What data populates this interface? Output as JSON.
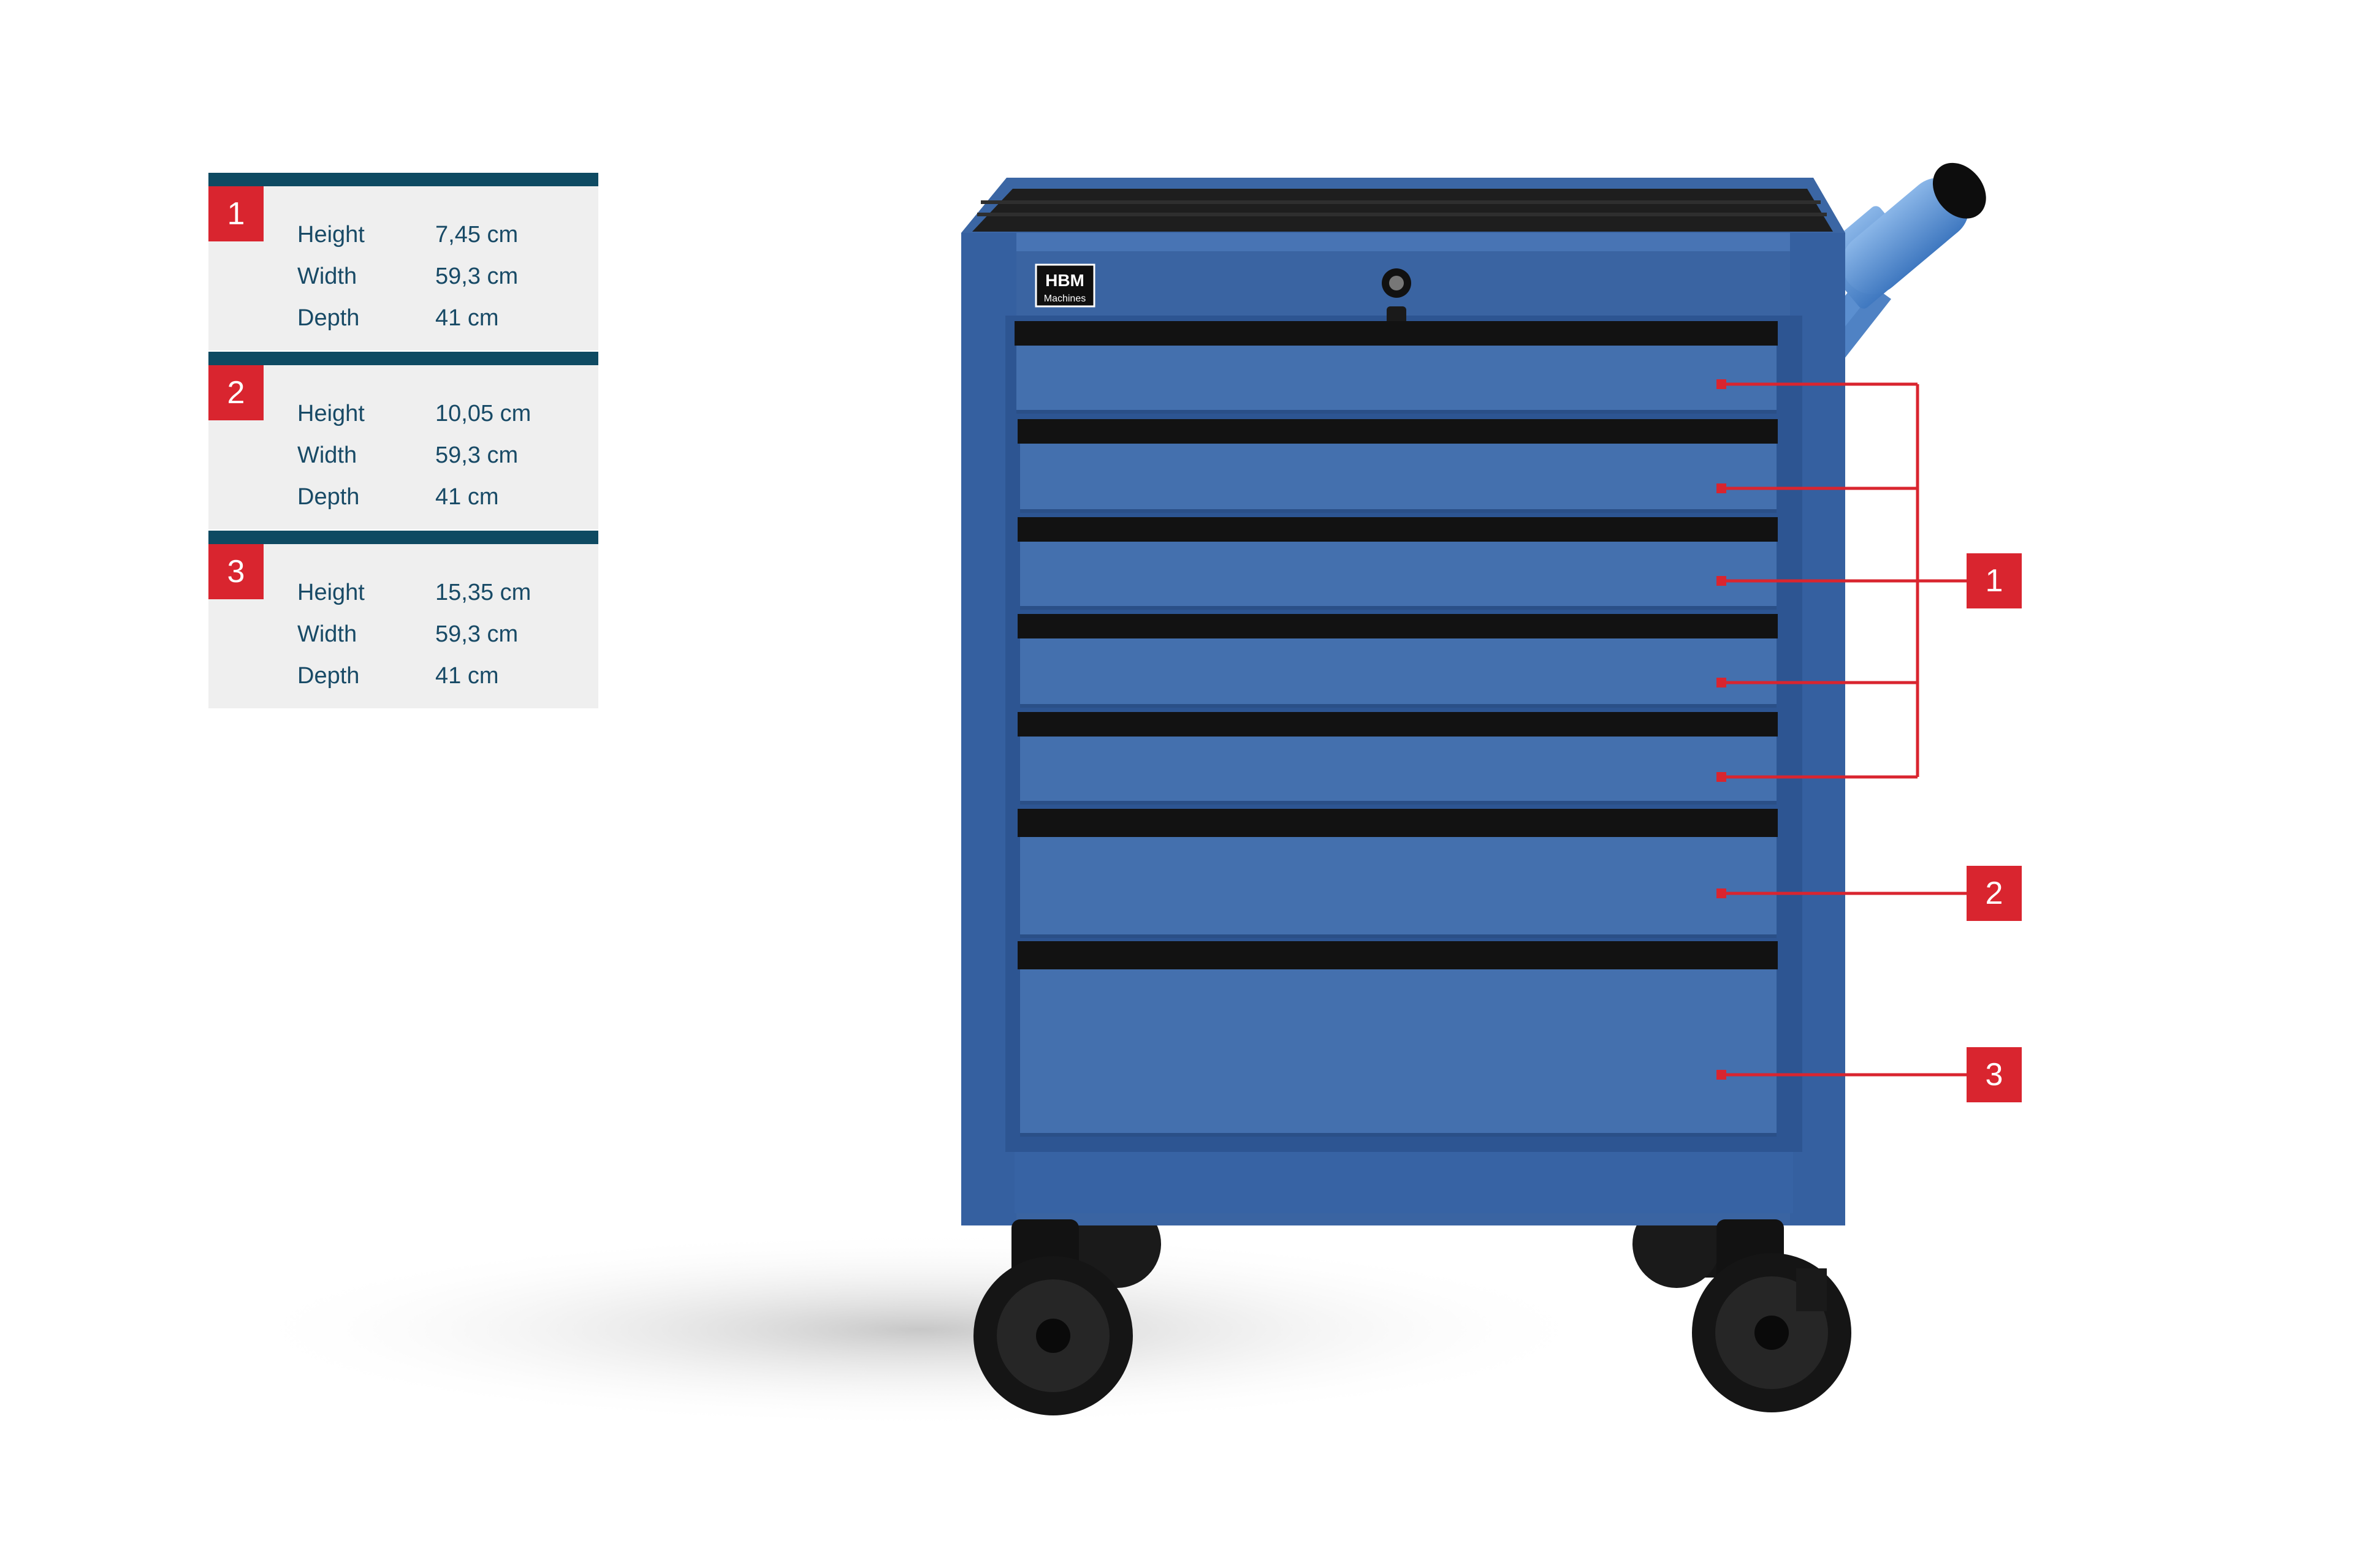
{
  "specs": [
    {
      "number": "1",
      "rows": [
        {
          "label": "Height",
          "value": "7,45 cm"
        },
        {
          "label": "Width",
          "value": "59,3 cm"
        },
        {
          "label": "Depth",
          "value": "41 cm"
        }
      ]
    },
    {
      "number": "2",
      "rows": [
        {
          "label": "Height",
          "value": "10,05 cm"
        },
        {
          "label": "Width",
          "value": "59,3 cm"
        },
        {
          "label": "Depth",
          "value": "41 cm"
        }
      ]
    },
    {
      "number": "3",
      "rows": [
        {
          "label": "Height",
          "value": "15,35 cm"
        },
        {
          "label": "Width",
          "value": "59,3 cm"
        },
        {
          "label": "Depth",
          "value": "41 cm"
        }
      ]
    }
  ],
  "product": {
    "brand_line1": "HBM",
    "brand_line2": "Machines"
  },
  "callouts": {
    "group1": "1",
    "group2": "2",
    "group3": "3"
  },
  "colors": {
    "accent_red": "#d9252f",
    "header_teal": "#0e4a62",
    "cabinet_blue": "#3f6aa8",
    "spec_text": "#184a66"
  }
}
